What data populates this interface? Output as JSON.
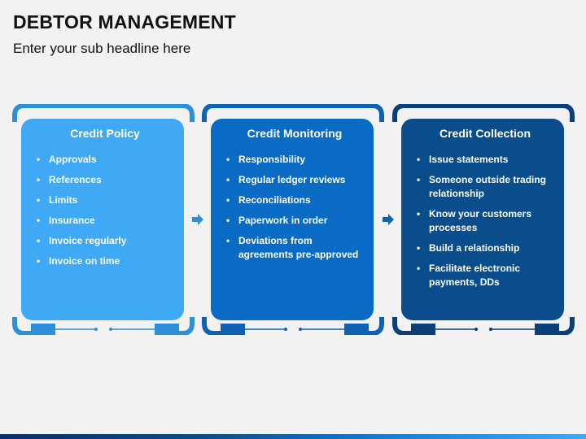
{
  "header": {
    "title": "DEBTOR MANAGEMENT",
    "subtitle": "Enter your sub headline here"
  },
  "colors": {
    "light_blue": "#3fa9f5",
    "light_blue_frame": "#2e8fd9",
    "mid_blue": "#0a6bc4",
    "mid_blue_frame": "#0d62b3",
    "dark_blue": "#0a4d8c",
    "dark_blue_frame": "#0b3f78",
    "arrow": "#2e8fd9"
  },
  "cards": [
    {
      "title": "Credit Policy",
      "items": [
        "Approvals",
        "References",
        "Limits",
        "Insurance",
        "Invoice regularly",
        "Invoice on time"
      ]
    },
    {
      "title": "Credit Monitoring",
      "items": [
        "Responsibility",
        "Regular ledger reviews",
        "Reconciliations",
        "Paperwork in order",
        "Deviations from agreements pre-approved"
      ]
    },
    {
      "title": "Credit Collection",
      "items": [
        "Issue statements",
        "Someone outside trading relationship",
        "Know your customers processes",
        "Build a relationship",
        "Facilitate electronic payments, DDs"
      ]
    }
  ]
}
